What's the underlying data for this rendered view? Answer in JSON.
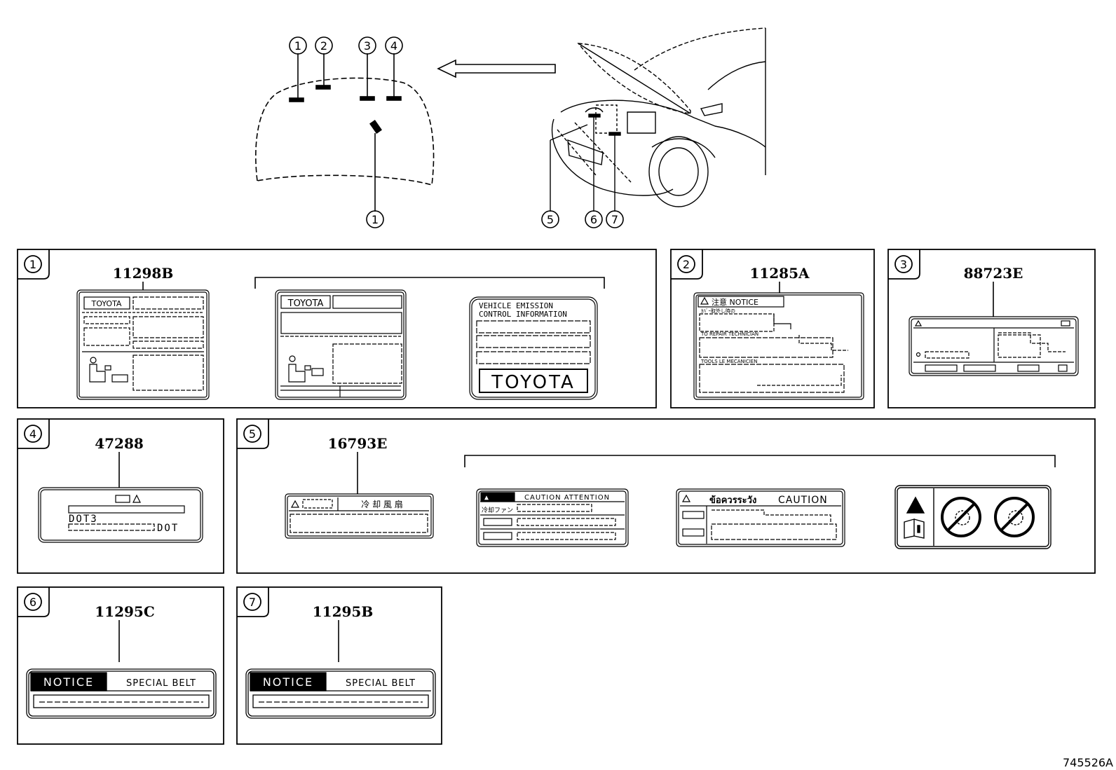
{
  "callouts": {
    "c1": "1",
    "c2": "2",
    "c3": "3",
    "c4": "4",
    "c5": "5",
    "c6": "6",
    "c7": "7"
  },
  "panels": {
    "p1": {
      "callout": "1",
      "part": "11298B",
      "label_a": {
        "brand": "TOYOTA"
      },
      "label_b": {
        "brand": "TOYOTA"
      },
      "label_c": {
        "line1": "VEHICLE EMISSION",
        "line2": "CONTROL INFORMATION",
        "brand": "TOYOTA"
      }
    },
    "p2": {
      "callout": "2",
      "part": "11285A",
      "notice": "注意  NOTICE",
      "line1": "ｶﾊﾞｰ取外し時の",
      "line2": "TO REPAIR TECHNICIAN",
      "line3": "TOOLS LE MECANICIEN"
    },
    "p3": {
      "callout": "3",
      "part": "88723E"
    },
    "p4": {
      "callout": "4",
      "part": "47288",
      "dot1": "DOT3",
      "dot2": "DOT"
    },
    "p5": {
      "callout": "5",
      "part": "16793E",
      "jp_title": "冷 却 風 扇",
      "caution_attention": "CAUTION  ATTENTION",
      "jp_fan": "冷却ファン",
      "thai": "ข้อควรระวัง",
      "caution": "CAUTION"
    },
    "p6": {
      "callout": "6",
      "part": "11295C",
      "notice": "NOTICE",
      "belt": "SPECIAL BELT"
    },
    "p7": {
      "callout": "7",
      "part": "11295B",
      "notice": "NOTICE",
      "belt": "SPECIAL BELT"
    }
  },
  "figure_id": "745526A"
}
